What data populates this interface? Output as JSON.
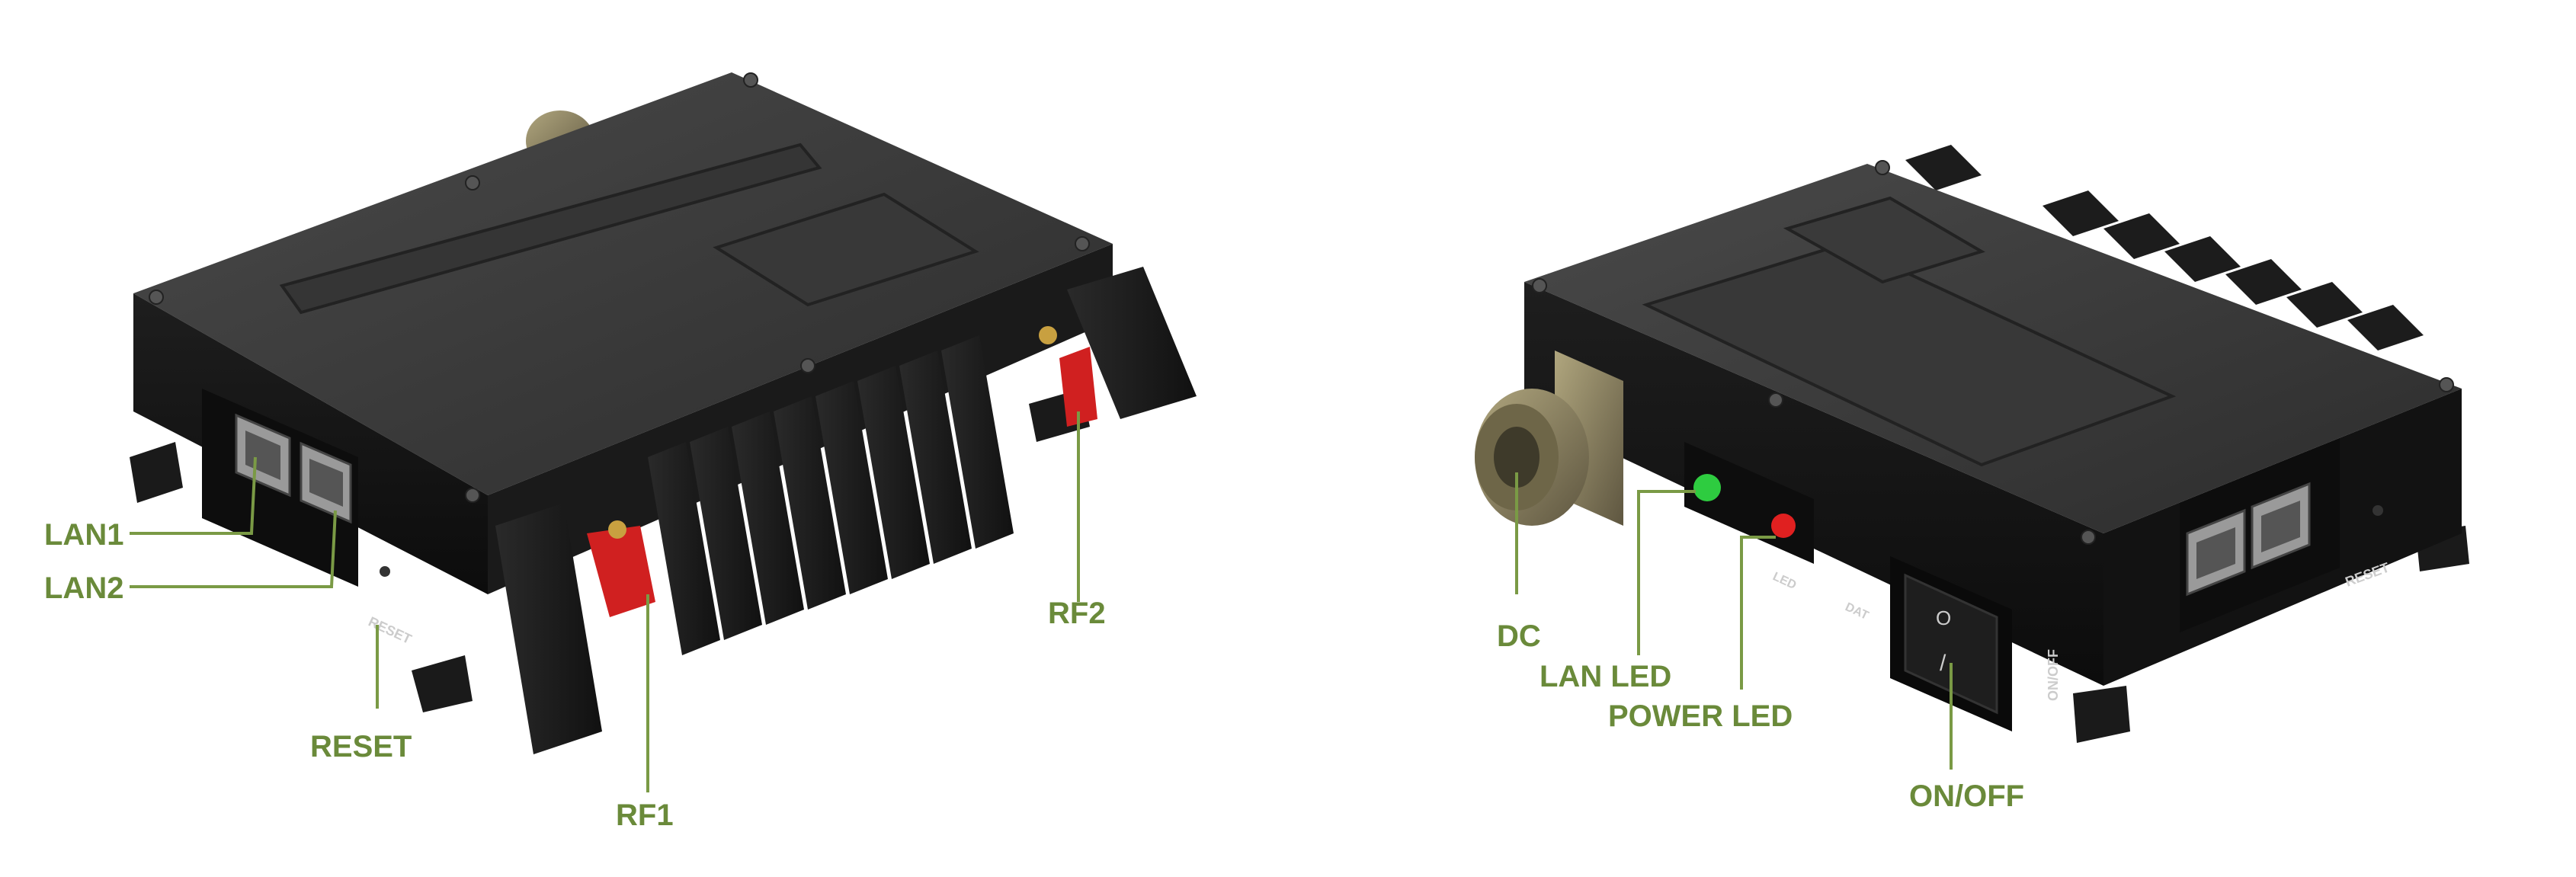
{
  "colors": {
    "label": "#6a8a3a",
    "leader": "#7a9a45",
    "device_dark": "#151515",
    "device_mid": "#2a2a2a",
    "device_top": "#3c3c3c",
    "connector": "#8a8060",
    "rf_cap": "#d02020",
    "led_green": "#2ecc40",
    "led_red": "#e02020"
  },
  "left_view": {
    "labels": {
      "lan1": "LAN1",
      "lan2": "LAN2",
      "reset": "RESET",
      "rf1": "RF1",
      "rf2": "RF2"
    },
    "panel_text": {
      "reset": "RESET"
    }
  },
  "right_view": {
    "labels": {
      "dc": "DC",
      "lan_led": "LAN LED",
      "power_led": "POWER LED",
      "on_off": "ON/OFF"
    },
    "panel_text": {
      "reset": "RESET",
      "on_off": "ON/OFF",
      "led_label": "LED",
      "data_label": "DAT"
    },
    "switch_marks": {
      "top": "O",
      "bottom": "/"
    }
  },
  "icons": [
    "rj45-port-icon",
    "circular-connector-icon",
    "rocker-switch-icon",
    "led-indicator-icon"
  ]
}
